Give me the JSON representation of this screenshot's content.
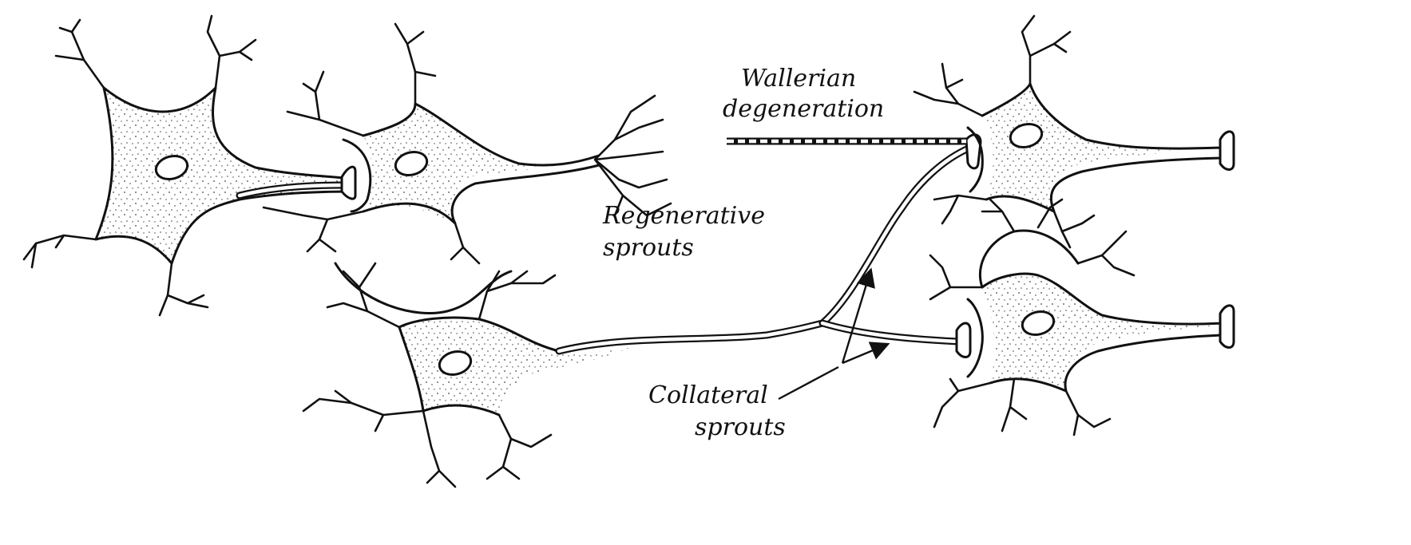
{
  "labels": {
    "wallerian_line1": "Wallerian",
    "wallerian_line2": "degeneration",
    "regenerative_line1": "Regenerative",
    "regenerative_line2": "sprouts",
    "collateral_line1": "Collateral",
    "collateral_line2": "sprouts"
  },
  "colors": {
    "ink": "#111111",
    "background": "#ffffff",
    "cell_body_stipple": "#444444"
  }
}
